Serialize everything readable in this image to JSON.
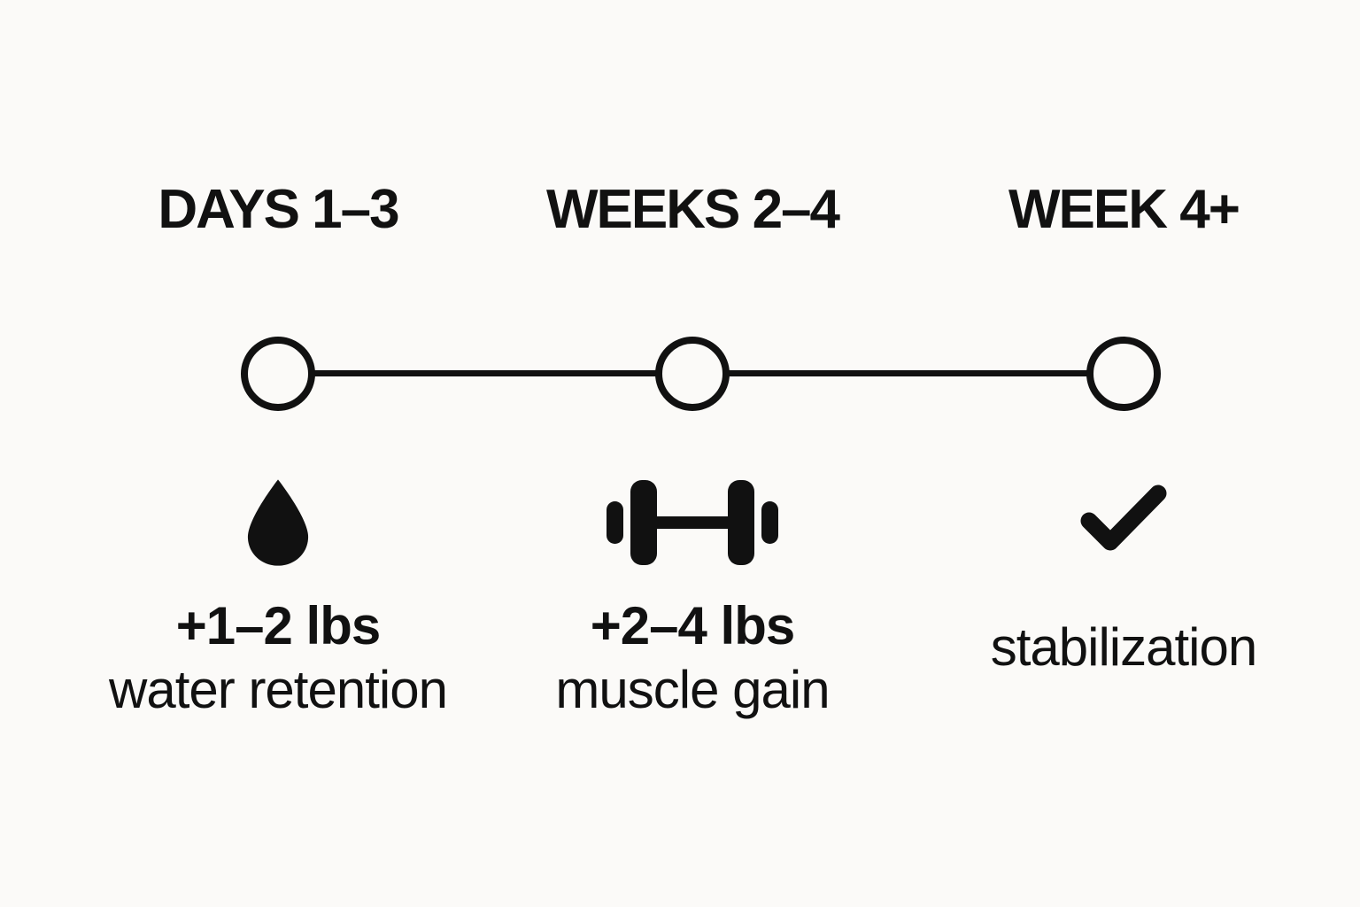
{
  "colors": {
    "background": "#fbfaf8",
    "ink": "#111111",
    "node_fill": "#fbfaf8"
  },
  "timeline": {
    "type": "horizontal-3-node-timeline",
    "stages": [
      {
        "label": "DAYS 1–3",
        "icon": "water-drop-icon",
        "value": "+1–2 lbs",
        "description": "water retention"
      },
      {
        "label": "WEEKS 2–4",
        "icon": "dumbbell-icon",
        "value": "+2–4 lbs",
        "description": "muscle gain"
      },
      {
        "label": "WEEK 4+",
        "icon": "checkmark-icon",
        "value": "",
        "description": "stabilization"
      }
    ]
  }
}
